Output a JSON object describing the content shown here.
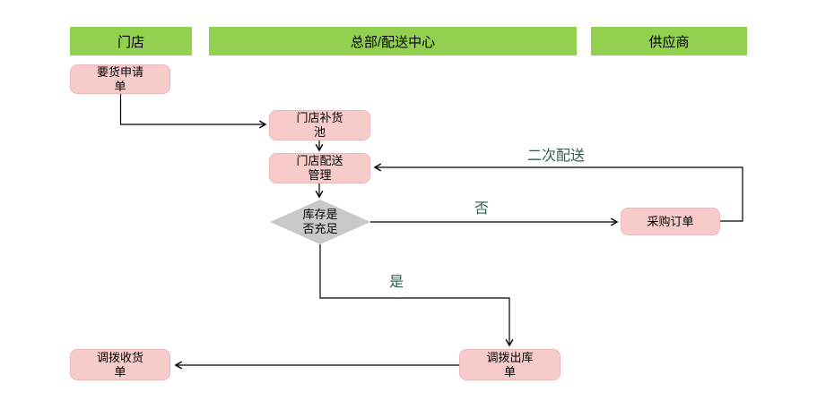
{
  "colors": {
    "lane_fill": "#92D050",
    "node_fill": "#F8CBCB",
    "node_border": "#ECB9B9",
    "decision_fill": "#C9C9C9",
    "connector": "#000000",
    "edge_label": "#2D5F4F",
    "node_text": "#000000",
    "background": "#FFFFFF"
  },
  "lanes": [
    {
      "label": "门店"
    },
    {
      "label": "总部/配送中心"
    },
    {
      "label": "供应商"
    }
  ],
  "nodes": [
    {
      "label": "要货申请\n单"
    },
    {
      "label": "门店补货\n池"
    },
    {
      "label": "门店配送\n管理"
    },
    {
      "label": "采购订单"
    },
    {
      "label": "调拨出库\n单"
    },
    {
      "label": "调拨收货\n单"
    }
  ],
  "decision": {
    "label": "库存是\n否充足"
  },
  "edge_labels": {
    "secondary_delivery": "二次配送",
    "no": "否",
    "yes": "是"
  }
}
